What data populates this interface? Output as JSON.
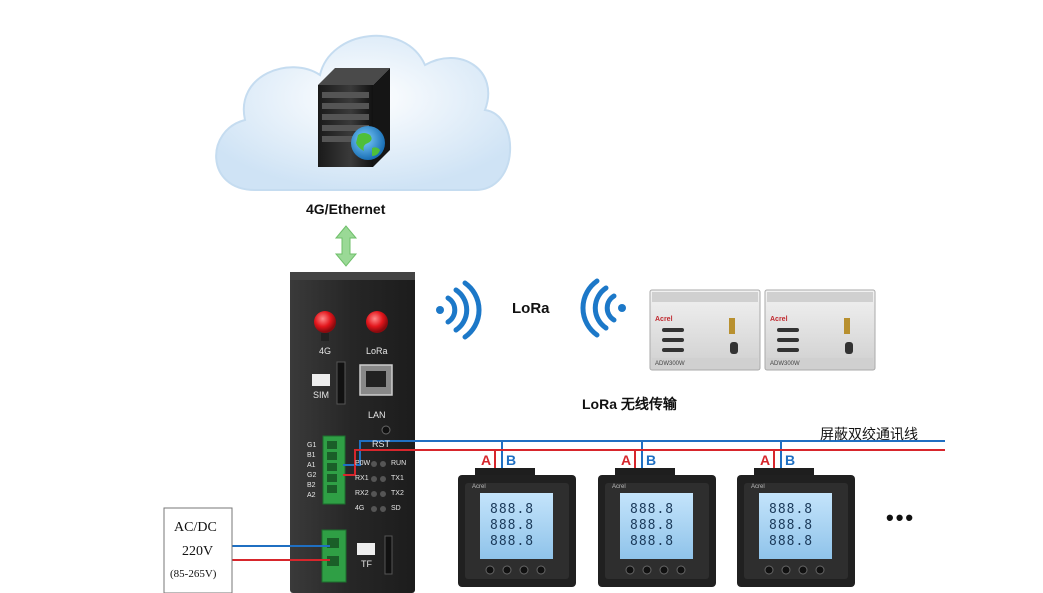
{
  "cloud": {
    "uplink_label": "4G/Ethernet"
  },
  "gateway": {
    "antenna_4g_label": "4G",
    "antenna_lora_label": "LoRa",
    "sim_label": "SIM",
    "lan_label": "LAN",
    "rst_label": "RST",
    "tf_label": "TF",
    "terminal_labels": [
      "G1",
      "B1",
      "A1",
      "G2",
      "B2",
      "A2"
    ],
    "led_labels_left": [
      "P0W",
      "RX1",
      "RX2",
      "4G"
    ],
    "led_labels_right": [
      "RUN",
      "TX1",
      "TX2",
      "SD"
    ]
  },
  "wireless": {
    "lora_label": "LoRa",
    "transmission_label": "LoRa 无线传输"
  },
  "lora_modules": [
    {
      "brand": "Acrel",
      "model": "ADW300W"
    },
    {
      "brand": "Acrel",
      "model": "ADW300W"
    }
  ],
  "bus": {
    "cable_label": "屏蔽双绞通讯线",
    "line_a_label": "A",
    "line_b_label": "B",
    "line_a_color": "#d7262c",
    "line_b_color": "#1f6fc2",
    "ellipsis": "•••"
  },
  "meters": [
    {
      "brand": "Acrel",
      "screen_value": "888.8"
    },
    {
      "brand": "Acrel",
      "screen_value": "888.8"
    },
    {
      "brand": "Acrel",
      "screen_value": "888.8"
    }
  ],
  "power": {
    "line1": "AC/DC",
    "line2": "220V",
    "line3": "(85-265V)"
  },
  "colors": {
    "cloud": "#dcecf9",
    "arrow": "#8fd18a",
    "wifi": "#1c78c8",
    "antenna": "#e3161c",
    "gateway_body": "#2b2b2b",
    "module_body": "#e2e2e2",
    "meter_screen": "#a9d4f2"
  }
}
